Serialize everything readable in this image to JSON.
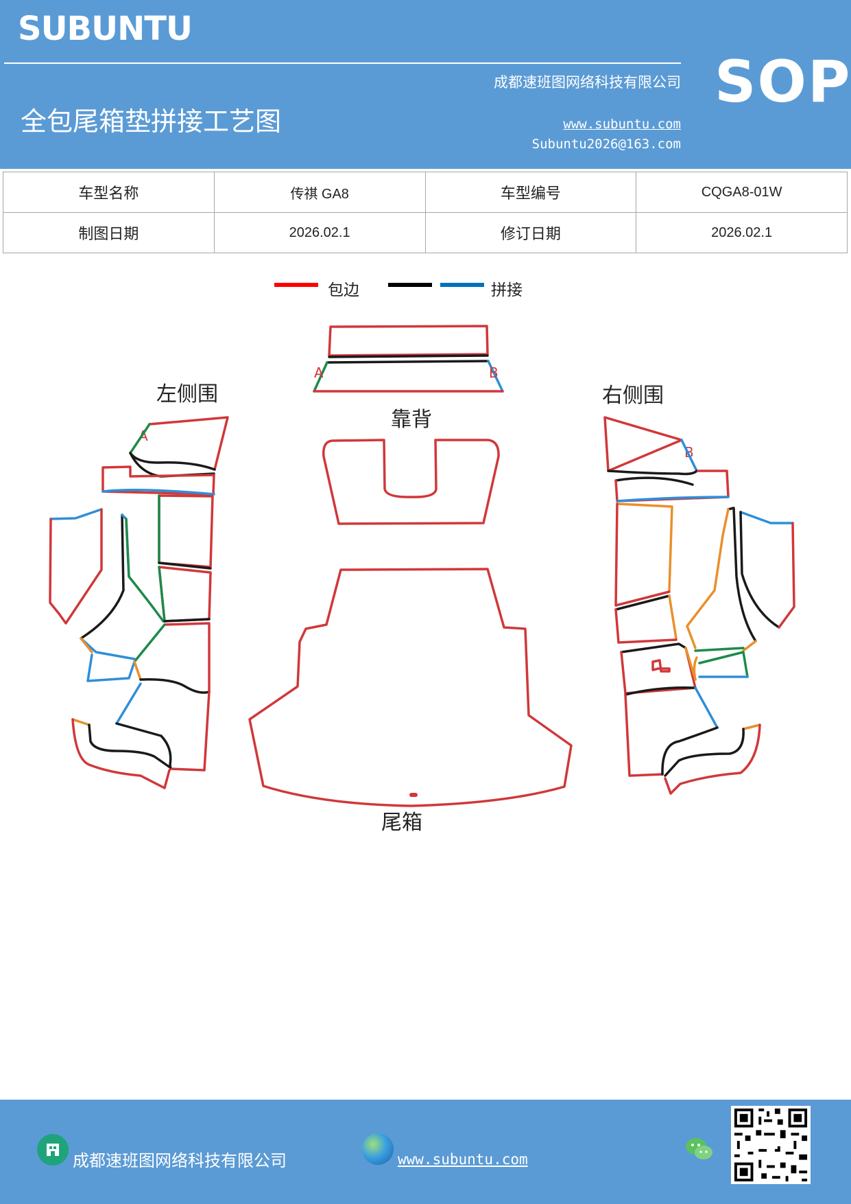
{
  "header": {
    "brand": "SUBUNTU",
    "company": "成都速班图网络科技有限公司",
    "title": "全包尾箱垫拼接工艺图",
    "website": "www.subuntu.com",
    "email": "Subuntu2026@163.com",
    "badge": "SOP"
  },
  "info_table": {
    "rows": [
      {
        "label1": "车型名称",
        "value1": "传祺 GA8",
        "label2": "车型编号",
        "value2": "CQGA8-01W"
      },
      {
        "label1": "制图日期",
        "value1": "2026.02.1",
        "label2": "修订日期",
        "value2": "2026.02.1"
      }
    ]
  },
  "legend": {
    "items": [
      {
        "label": "包边",
        "color": "#ff0000"
      },
      {
        "label": "",
        "color": "#000000"
      },
      {
        "label": "拼接",
        "color": "#0070c0"
      }
    ]
  },
  "diagram": {
    "labels": {
      "left_side": "左侧围",
      "backrest": "靠背",
      "right_side": "右侧围",
      "trunk": "尾箱",
      "mark_a1": "A",
      "mark_b1": "B",
      "mark_a2": "A",
      "mark_b2": "B"
    },
    "colors": {
      "edge": "#d0383a",
      "seam_black": "#1a1a1a",
      "seam_blue": "#2e8fd8",
      "seam_green": "#1e8a4a",
      "seam_orange": "#e8902c"
    }
  },
  "footer": {
    "company": "成都速班图网络科技有限公司",
    "website": "www.subuntu.com",
    "icons": [
      "building-icon",
      "globe-icon",
      "wechat-icon",
      "qr-code"
    ]
  }
}
